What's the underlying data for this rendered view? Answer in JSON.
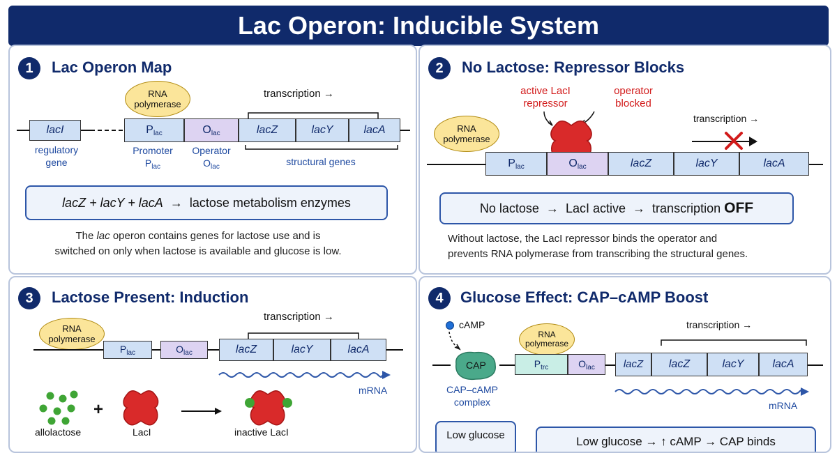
{
  "title": "Lac Operon: Inducible System",
  "panel1": {
    "number": "1",
    "title": "Lac Operon Map",
    "rna_pol": "RNA polymerase",
    "transcription": "transcription →",
    "genes": {
      "lacI": "lacI",
      "p": "P",
      "p_sub": "lac",
      "o": "O",
      "o_sub": "lac",
      "lacZ": "lacZ",
      "lacY": "lacY",
      "lacA": "lacA"
    },
    "labels": {
      "regulatory": "regulatory gene",
      "promoter": "Promoter",
      "promoter_sym": "P",
      "operator": "Operator",
      "operator_sym": "O",
      "structural": "structural genes"
    },
    "summary": {
      "genes": "lacZ + lacY + lacA",
      "arrow": "→",
      "result": "lactose metabolism enzymes"
    },
    "desc_line1a": "The ",
    "desc_lac": "lac",
    "desc_line1b": " operon contains genes for lactose use and is",
    "desc_line2": "switched on only when lactose is available and glucose is low."
  },
  "panel2": {
    "number": "2",
    "title": "No Lactose: Repressor Blocks",
    "active_repressor": "active LacI repressor",
    "operator_blocked": "operator blocked",
    "rna_pol": "RNA polymerase",
    "transcription": "transcription →",
    "genes": {
      "p": "P",
      "p_sub": "lac",
      "o": "O",
      "o_sub": "lac",
      "lacZ": "lacZ",
      "lacY": "lacY",
      "lacA": "lacA"
    },
    "summary": {
      "a": "No lactose",
      "arrow1": "→",
      "b": "LacI active",
      "arrow2": "→",
      "c": "transcription",
      "d": "OFF"
    },
    "desc_line1": "Without lactose, the LacI repressor binds the operator and",
    "desc_line2": "prevents RNA polymerase from transcribing the structural genes."
  },
  "panel3": {
    "number": "3",
    "title": "Lactose Present: Induction",
    "rna_pol": "RNA polymerase",
    "transcription": "transcription →",
    "genes": {
      "p": "P",
      "p_sub": "lac",
      "o": "O",
      "o_sub": "lac",
      "lacZ": "lacZ",
      "lacY": "lacY",
      "lacA": "lacA"
    },
    "mrna": "mRNA",
    "allolactose": "allolactose",
    "plus": "+",
    "laci": "LacI",
    "inactive": "inactive LacI"
  },
  "panel4": {
    "number": "4",
    "title": "Glucose Effect: CAP–cAMP Boost",
    "camp": "cAMP",
    "cap": "CAP",
    "complex": "CAP–cAMP complex",
    "rna_pol": "RNA polymerase",
    "transcription": "transcription →",
    "genes": {
      "p": "P",
      "p_sub": "trc",
      "o": "O",
      "o_sub": "lac",
      "lacZ1": "lacZ",
      "lacZ2": "lacZ",
      "lacY": "lacY",
      "lacA": "lacA"
    },
    "mrna": "mRNA",
    "low_glucose": "Low glucose",
    "summary": "Low glucose → ↑ cAMP → CAP binds"
  },
  "colors": {
    "navy": "#102a6b",
    "accent_blue": "#1f4aa0",
    "red": "#d21b1b",
    "green": "#3fa535",
    "gene_fill": "#cfe0f5",
    "operator_fill": "#ddd3f2",
    "rnap_fill": "#fbe59a"
  }
}
